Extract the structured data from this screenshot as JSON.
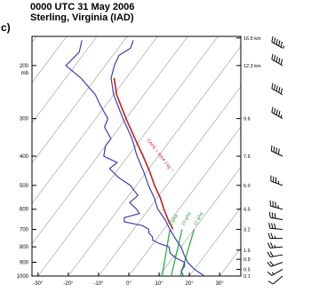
{
  "header": {
    "panel_label": "c)",
    "title_line1": "0000 UTC 31 May 2006",
    "title_line2": "Sterling, Virginia (IAD)"
  },
  "colors": {
    "sounding": "#3a3fb5",
    "parcel": "#c81e1e",
    "mixing_ratio": "#22a83a",
    "isotherm": "#999999",
    "axis": "#000000"
  },
  "chart_data": {
    "type": "line",
    "title": "0000 UTC 31 May 2006 Sterling, Virginia (IAD)",
    "pressure_axis": {
      "label": "mb",
      "ticks": [
        200,
        300,
        400,
        500,
        600,
        700,
        800,
        900,
        1000
      ],
      "range": [
        1000,
        160
      ],
      "scale": "log"
    },
    "temperature_axis": {
      "ticks": [
        -30,
        -20,
        -10,
        0,
        10,
        20,
        30
      ],
      "tick_labels": [
        "-30°",
        "-20°",
        "-10°",
        "0°",
        "10°",
        "20°",
        "30°"
      ],
      "range": [
        -32,
        37
      ]
    },
    "height_axis": {
      "ticks": [
        {
          "pressure": 1000,
          "label": "0.1"
        },
        {
          "pressure": 950,
          "label": "0.5"
        },
        {
          "pressure": 880,
          "label": "0.9"
        },
        {
          "pressure": 820,
          "label": "1.6"
        },
        {
          "pressure": 700,
          "label": "3.2"
        },
        {
          "pressure": 600,
          "label": "4.5"
        },
        {
          "pressure": 500,
          "label": "6.0"
        },
        {
          "pressure": 400,
          "label": "7.6"
        },
        {
          "pressure": 300,
          "label": "9.6"
        },
        {
          "pressure": 200,
          "label": "12.3 km"
        },
        {
          "pressure": 162,
          "label": "16.5 km"
        }
      ]
    },
    "series": [
      {
        "role": "temperature",
        "points": [
          {
            "p": 1000,
            "t": 25
          },
          {
            "p": 950,
            "t": 20
          },
          {
            "p": 900,
            "t": 16
          },
          {
            "p": 850,
            "t": 13
          },
          {
            "p": 800,
            "t": 10
          },
          {
            "p": 750,
            "t": 6
          },
          {
            "p": 700,
            "t": 2
          },
          {
            "p": 650,
            "t": -2
          },
          {
            "p": 600,
            "t": -7
          },
          {
            "p": 550,
            "t": -11
          },
          {
            "p": 500,
            "t": -16
          },
          {
            "p": 450,
            "t": -21
          },
          {
            "p": 400,
            "t": -27
          },
          {
            "p": 350,
            "t": -33
          },
          {
            "p": 300,
            "t": -41
          },
          {
            "p": 250,
            "t": -50
          },
          {
            "p": 220,
            "t": -55
          },
          {
            "p": 200,
            "t": -57
          },
          {
            "p": 185,
            "t": -58
          },
          {
            "p": 175,
            "t": -56
          },
          {
            "p": 165,
            "t": -57
          }
        ]
      },
      {
        "role": "dewpoint",
        "points": [
          {
            "p": 1000,
            "t": 18
          },
          {
            "p": 960,
            "t": 16
          },
          {
            "p": 930,
            "t": 16
          },
          {
            "p": 900,
            "t": 15
          },
          {
            "p": 870,
            "t": 11
          },
          {
            "p": 840,
            "t": 8
          },
          {
            "p": 800,
            "t": 6
          },
          {
            "p": 780,
            "t": 2
          },
          {
            "p": 760,
            "t": -1
          },
          {
            "p": 740,
            "t": -2
          },
          {
            "p": 720,
            "t": -4
          },
          {
            "p": 700,
            "t": -5
          },
          {
            "p": 680,
            "t": -8
          },
          {
            "p": 660,
            "t": -15
          },
          {
            "p": 640,
            "t": -16
          },
          {
            "p": 620,
            "t": -12
          },
          {
            "p": 600,
            "t": -14
          },
          {
            "p": 570,
            "t": -18
          },
          {
            "p": 540,
            "t": -17
          },
          {
            "p": 500,
            "t": -22
          },
          {
            "p": 470,
            "t": -28
          },
          {
            "p": 440,
            "t": -33
          },
          {
            "p": 420,
            "t": -32
          },
          {
            "p": 400,
            "t": -38
          },
          {
            "p": 370,
            "t": -40
          },
          {
            "p": 350,
            "t": -40
          },
          {
            "p": 320,
            "t": -45
          },
          {
            "p": 300,
            "t": -46
          },
          {
            "p": 270,
            "t": -52
          },
          {
            "p": 250,
            "t": -56
          },
          {
            "p": 220,
            "t": -65
          },
          {
            "p": 200,
            "t": -73
          },
          {
            "p": 180,
            "t": -72
          },
          {
            "p": 165,
            "t": -74
          }
        ]
      },
      {
        "role": "parcel",
        "points": [
          {
            "p": 700,
            "t": 3
          },
          {
            "p": 650,
            "t": -1
          },
          {
            "p": 600,
            "t": -5
          },
          {
            "p": 550,
            "t": -9
          },
          {
            "p": 500,
            "t": -14
          },
          {
            "p": 450,
            "t": -19
          },
          {
            "p": 400,
            "t": -25
          },
          {
            "p": 350,
            "t": -32
          },
          {
            "p": 300,
            "t": -40
          },
          {
            "p": 250,
            "t": -49
          },
          {
            "p": 220,
            "t": -54
          }
        ]
      }
    ],
    "mixing_ratio_lines": [
      {
        "label": "8 g/kg",
        "points": [
          {
            "p": 1000,
            "t": 11
          },
          {
            "p": 700,
            "t": 2
          }
        ]
      },
      {
        "label": "10 g/kg",
        "points": [
          {
            "p": 1000,
            "t": 14
          },
          {
            "p": 700,
            "t": 6
          }
        ]
      },
      {
        "label": "12 g/kg",
        "points": [
          {
            "p": 1000,
            "t": 17
          },
          {
            "p": 700,
            "t": 10
          }
        ]
      }
    ],
    "parcel_label": "CAPE = 1504 J kg⁻¹",
    "wind_barbs": [
      {
        "p": 1000,
        "dir": 230,
        "speed": 10
      },
      {
        "p": 950,
        "dir": 240,
        "speed": 15
      },
      {
        "p": 900,
        "dir": 250,
        "speed": 20
      },
      {
        "p": 850,
        "dir": 260,
        "speed": 20
      },
      {
        "p": 800,
        "dir": 265,
        "speed": 25
      },
      {
        "p": 750,
        "dir": 270,
        "speed": 25
      },
      {
        "p": 700,
        "dir": 275,
        "speed": 30
      },
      {
        "p": 650,
        "dir": 280,
        "speed": 30
      },
      {
        "p": 600,
        "dir": 285,
        "speed": 35
      },
      {
        "p": 500,
        "dir": 290,
        "speed": 35
      },
      {
        "p": 400,
        "dir": 295,
        "speed": 40
      },
      {
        "p": 300,
        "dir": 300,
        "speed": 45
      },
      {
        "p": 250,
        "dir": 300,
        "speed": 50
      },
      {
        "p": 200,
        "dir": 300,
        "speed": 50
      },
      {
        "p": 175,
        "dir": 300,
        "speed": 55
      }
    ]
  }
}
